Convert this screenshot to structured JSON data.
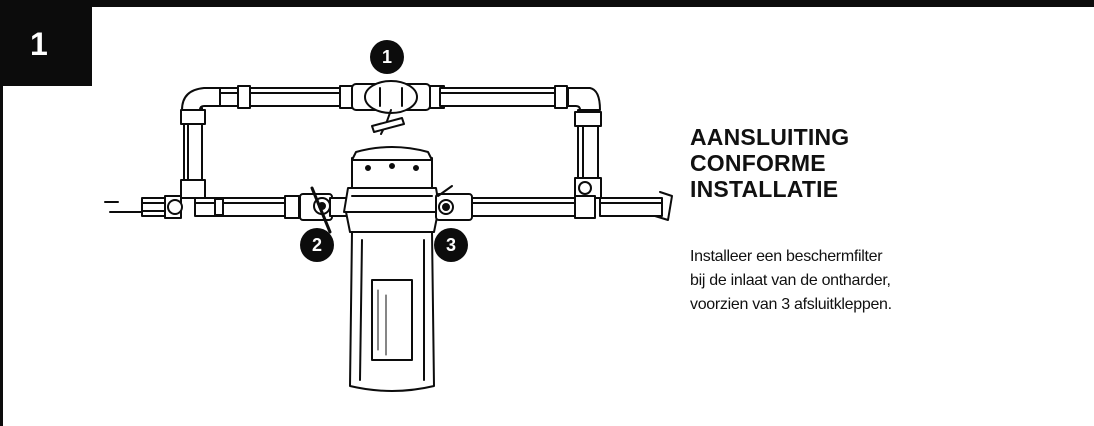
{
  "step": {
    "number": "1"
  },
  "heading": {
    "lines": [
      "AANSLUITING",
      "CONFORME",
      "INSTALLATIE"
    ]
  },
  "description": {
    "lines": [
      "Installeer een beschermfilter",
      "bij de inlaat van de ontharder,",
      "voorzien van 3 afsluitkleppen."
    ]
  },
  "callouts": {
    "valve_1": "1",
    "valve_2": "2",
    "valve_3": "3"
  },
  "colors": {
    "ink": "#0c0c0c",
    "background": "#ffffff"
  }
}
